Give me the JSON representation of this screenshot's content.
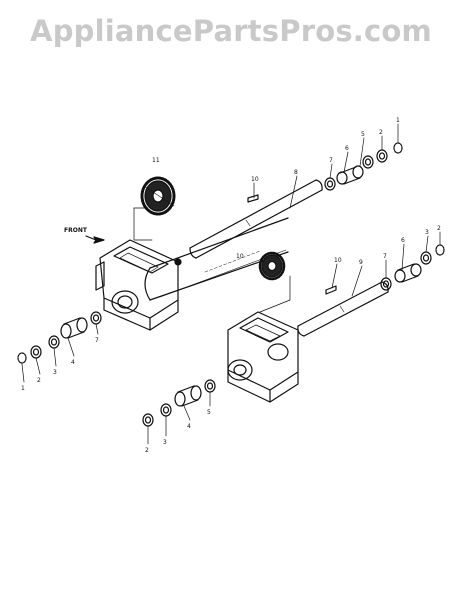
{
  "watermark": "AppliancePartsPros.com",
  "front_label": "FRONT",
  "callouts": {
    "c1": "1",
    "c2": "2",
    "c3": "3",
    "c4": "4",
    "c5": "5",
    "c6": "6",
    "c7": "7",
    "c8": "8",
    "c9": "9",
    "c10": "10",
    "c11": "11"
  },
  "colors": {
    "ink": "#111111",
    "watermark": "#c9c9c9",
    "background": "#ffffff"
  }
}
